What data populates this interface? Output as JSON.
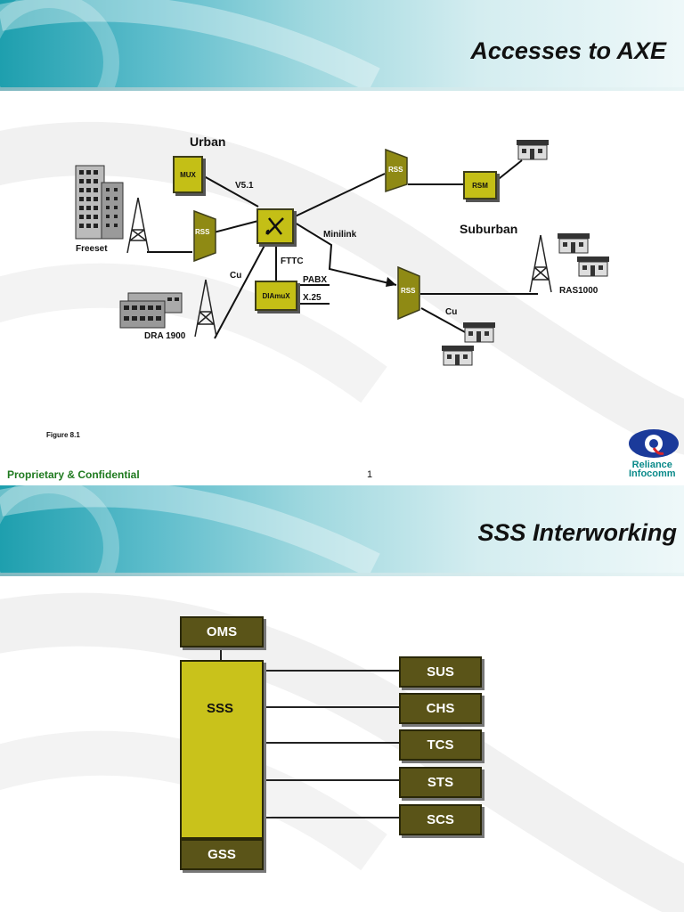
{
  "slide1": {
    "title": "Accesses to AXE",
    "labels": {
      "urban": "Urban",
      "suburban": "Suburban",
      "v51": "V5.1",
      "freeset": "Freeset",
      "minilink": "Minilink",
      "fttc": "FTTC",
      "cu_left": "Cu",
      "pabx": "PABX",
      "x25": "X.25",
      "dra1900": "DRA 1900",
      "ras1000": "RAS1000",
      "cu_right": "Cu"
    },
    "nodes": {
      "mux": "MUX",
      "rss_left": "RSS",
      "rss_top": "RSS",
      "rss_bottom": "RSS",
      "rsm": "RSM",
      "diamux": "DIAmuX"
    },
    "figure": "Figure 8.1",
    "footer": "Proprietary & Confidential",
    "page": "1",
    "logo": {
      "line1": "Reliance",
      "line2": "Infocomm"
    }
  },
  "slide2": {
    "title": "SSS Interworking",
    "blocks": {
      "oms": "OMS",
      "sss": "SSS",
      "gss": "GSS"
    },
    "subsystems": [
      "SUS",
      "CHS",
      "TCS",
      "STS",
      "SCS"
    ]
  },
  "colors": {
    "olive": "#c4bf16",
    "dark_olive": "#5a5418",
    "footer_green": "#1f7a1f",
    "teal": "#1e9fae"
  }
}
